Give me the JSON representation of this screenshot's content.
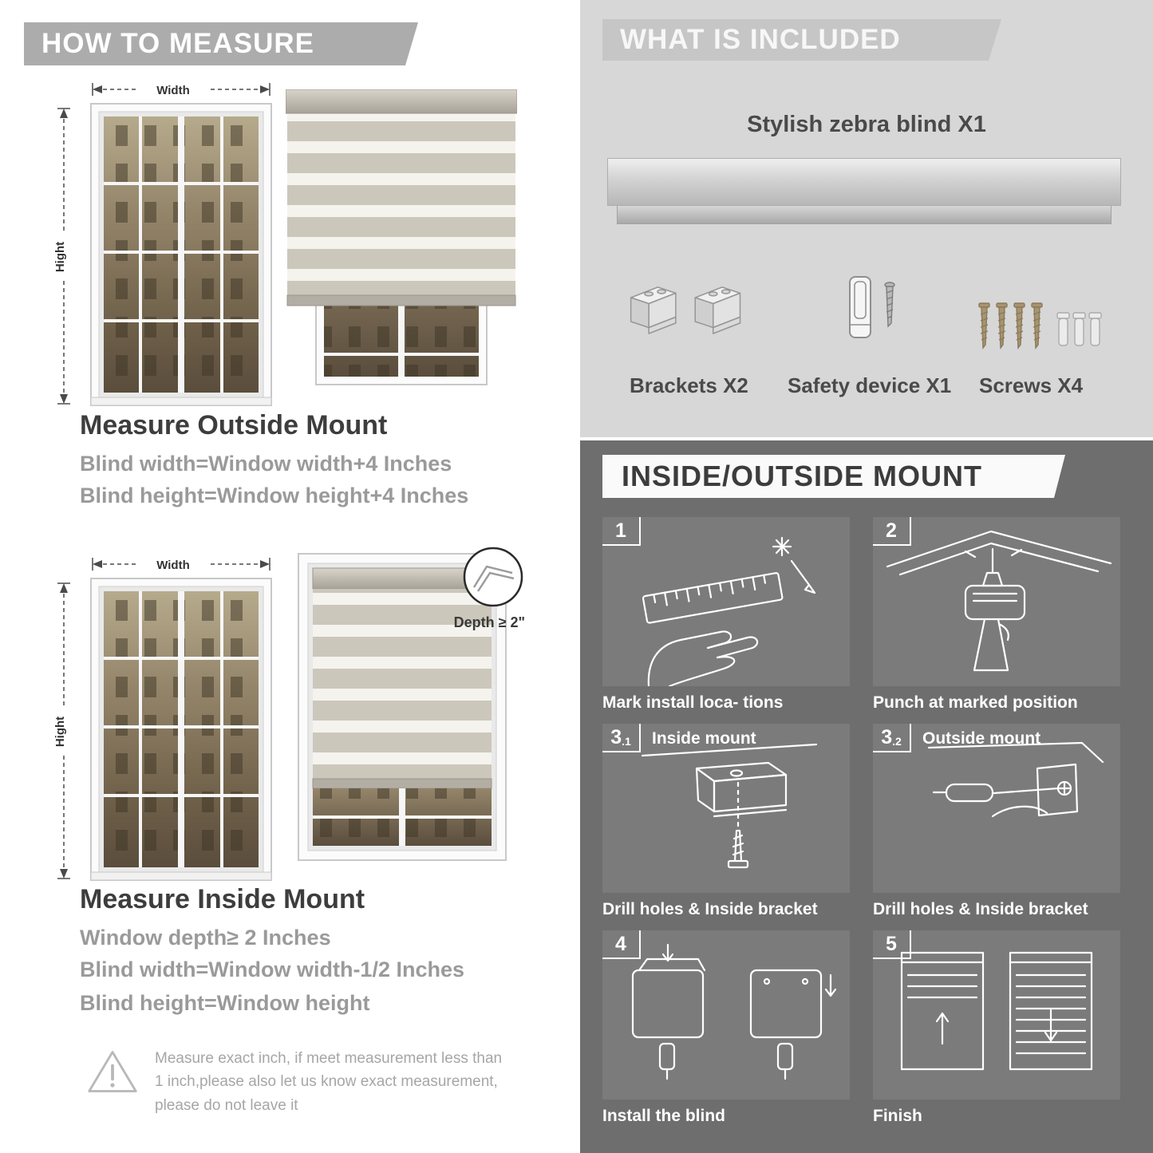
{
  "colors": {
    "banner_gray": "#ababab",
    "included_bg": "#d7d7d7",
    "included_banner": "#c6c6c6",
    "mount_bg": "#6e6e6e",
    "panel_bg": "#7b7b7b",
    "heading_text": "#3d3d3d",
    "body_text": "#9a9a9a"
  },
  "left": {
    "header": "HOW TO MEASURE",
    "outside": {
      "width_label": "Width",
      "height_label": "Hight",
      "title": "Measure Outside Mount",
      "line1": "Blind width=Window width+4 Inches",
      "line2": "Blind height=Window height+4 Inches"
    },
    "inside": {
      "width_label": "Width",
      "height_label": "Hight",
      "depth_label": "Depth ≥ 2\"",
      "title": "Measure Inside Mount",
      "line1": "Window depth≥ 2 Inches",
      "line2": "Blind width=Window width-1/2 Inches",
      "line3": "Blind height=Window height"
    },
    "warning": "Measure exact inch, if meet measurement less than 1 inch,please also let us know exact measurement, please do not leave it"
  },
  "included": {
    "header": "WHAT IS INCLUDED",
    "blind_label": "Stylish zebra blind X1",
    "items": [
      {
        "label": "Brackets X2",
        "icon": "brackets-icon"
      },
      {
        "label": "Safety device X1",
        "icon": "safety-device-icon"
      },
      {
        "label": "Screws X4",
        "icon": "screws-icon"
      }
    ]
  },
  "mount": {
    "header": "INSIDE/OUTSIDE MOUNT",
    "steps": [
      {
        "num": "1",
        "caption": "Mark install loca- tions"
      },
      {
        "num": "2",
        "caption": "Punch at  marked position"
      },
      {
        "num": "3",
        "sub": ".1",
        "label": "Inside mount",
        "caption": "Drill holes &  Inside bracket"
      },
      {
        "num": "3",
        "sub": ".2",
        "label": "Outside mount",
        "caption": "Drill holes &  Inside bracket"
      },
      {
        "num": "4",
        "caption": "Install the blind"
      },
      {
        "num": "5",
        "caption": "Finish"
      }
    ]
  }
}
